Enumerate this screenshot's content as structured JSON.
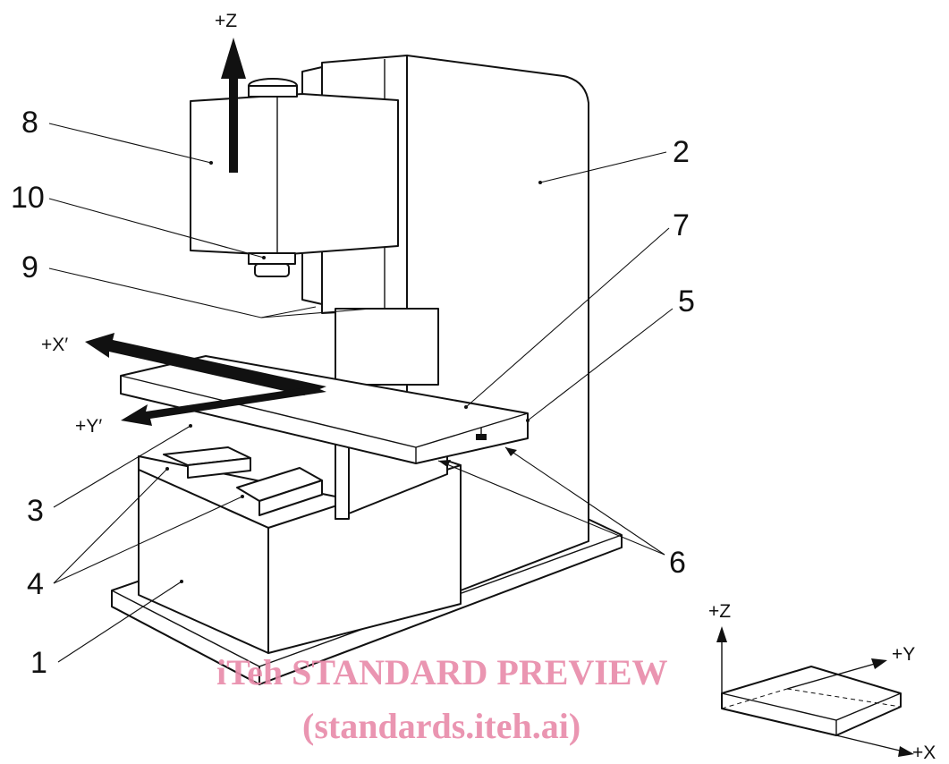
{
  "labels": {
    "n1": "1",
    "n2": "2",
    "n3": "3",
    "n4": "4",
    "n5": "5",
    "n6": "6",
    "n7": "7",
    "n8": "8",
    "n9": "9",
    "n10": "10"
  },
  "axes": {
    "z_head": "+Z",
    "x_prime": "+X′",
    "y_prime": "+Y′",
    "z_inset": "+Z",
    "y_inset": "+Y",
    "x_inset": "+X"
  },
  "watermark": {
    "line1": "iTeh STANDARD PREVIEW",
    "line2": "(standards.iteh.ai)"
  },
  "colors": {
    "line": "#111111",
    "watermark": "#e88aa8"
  }
}
